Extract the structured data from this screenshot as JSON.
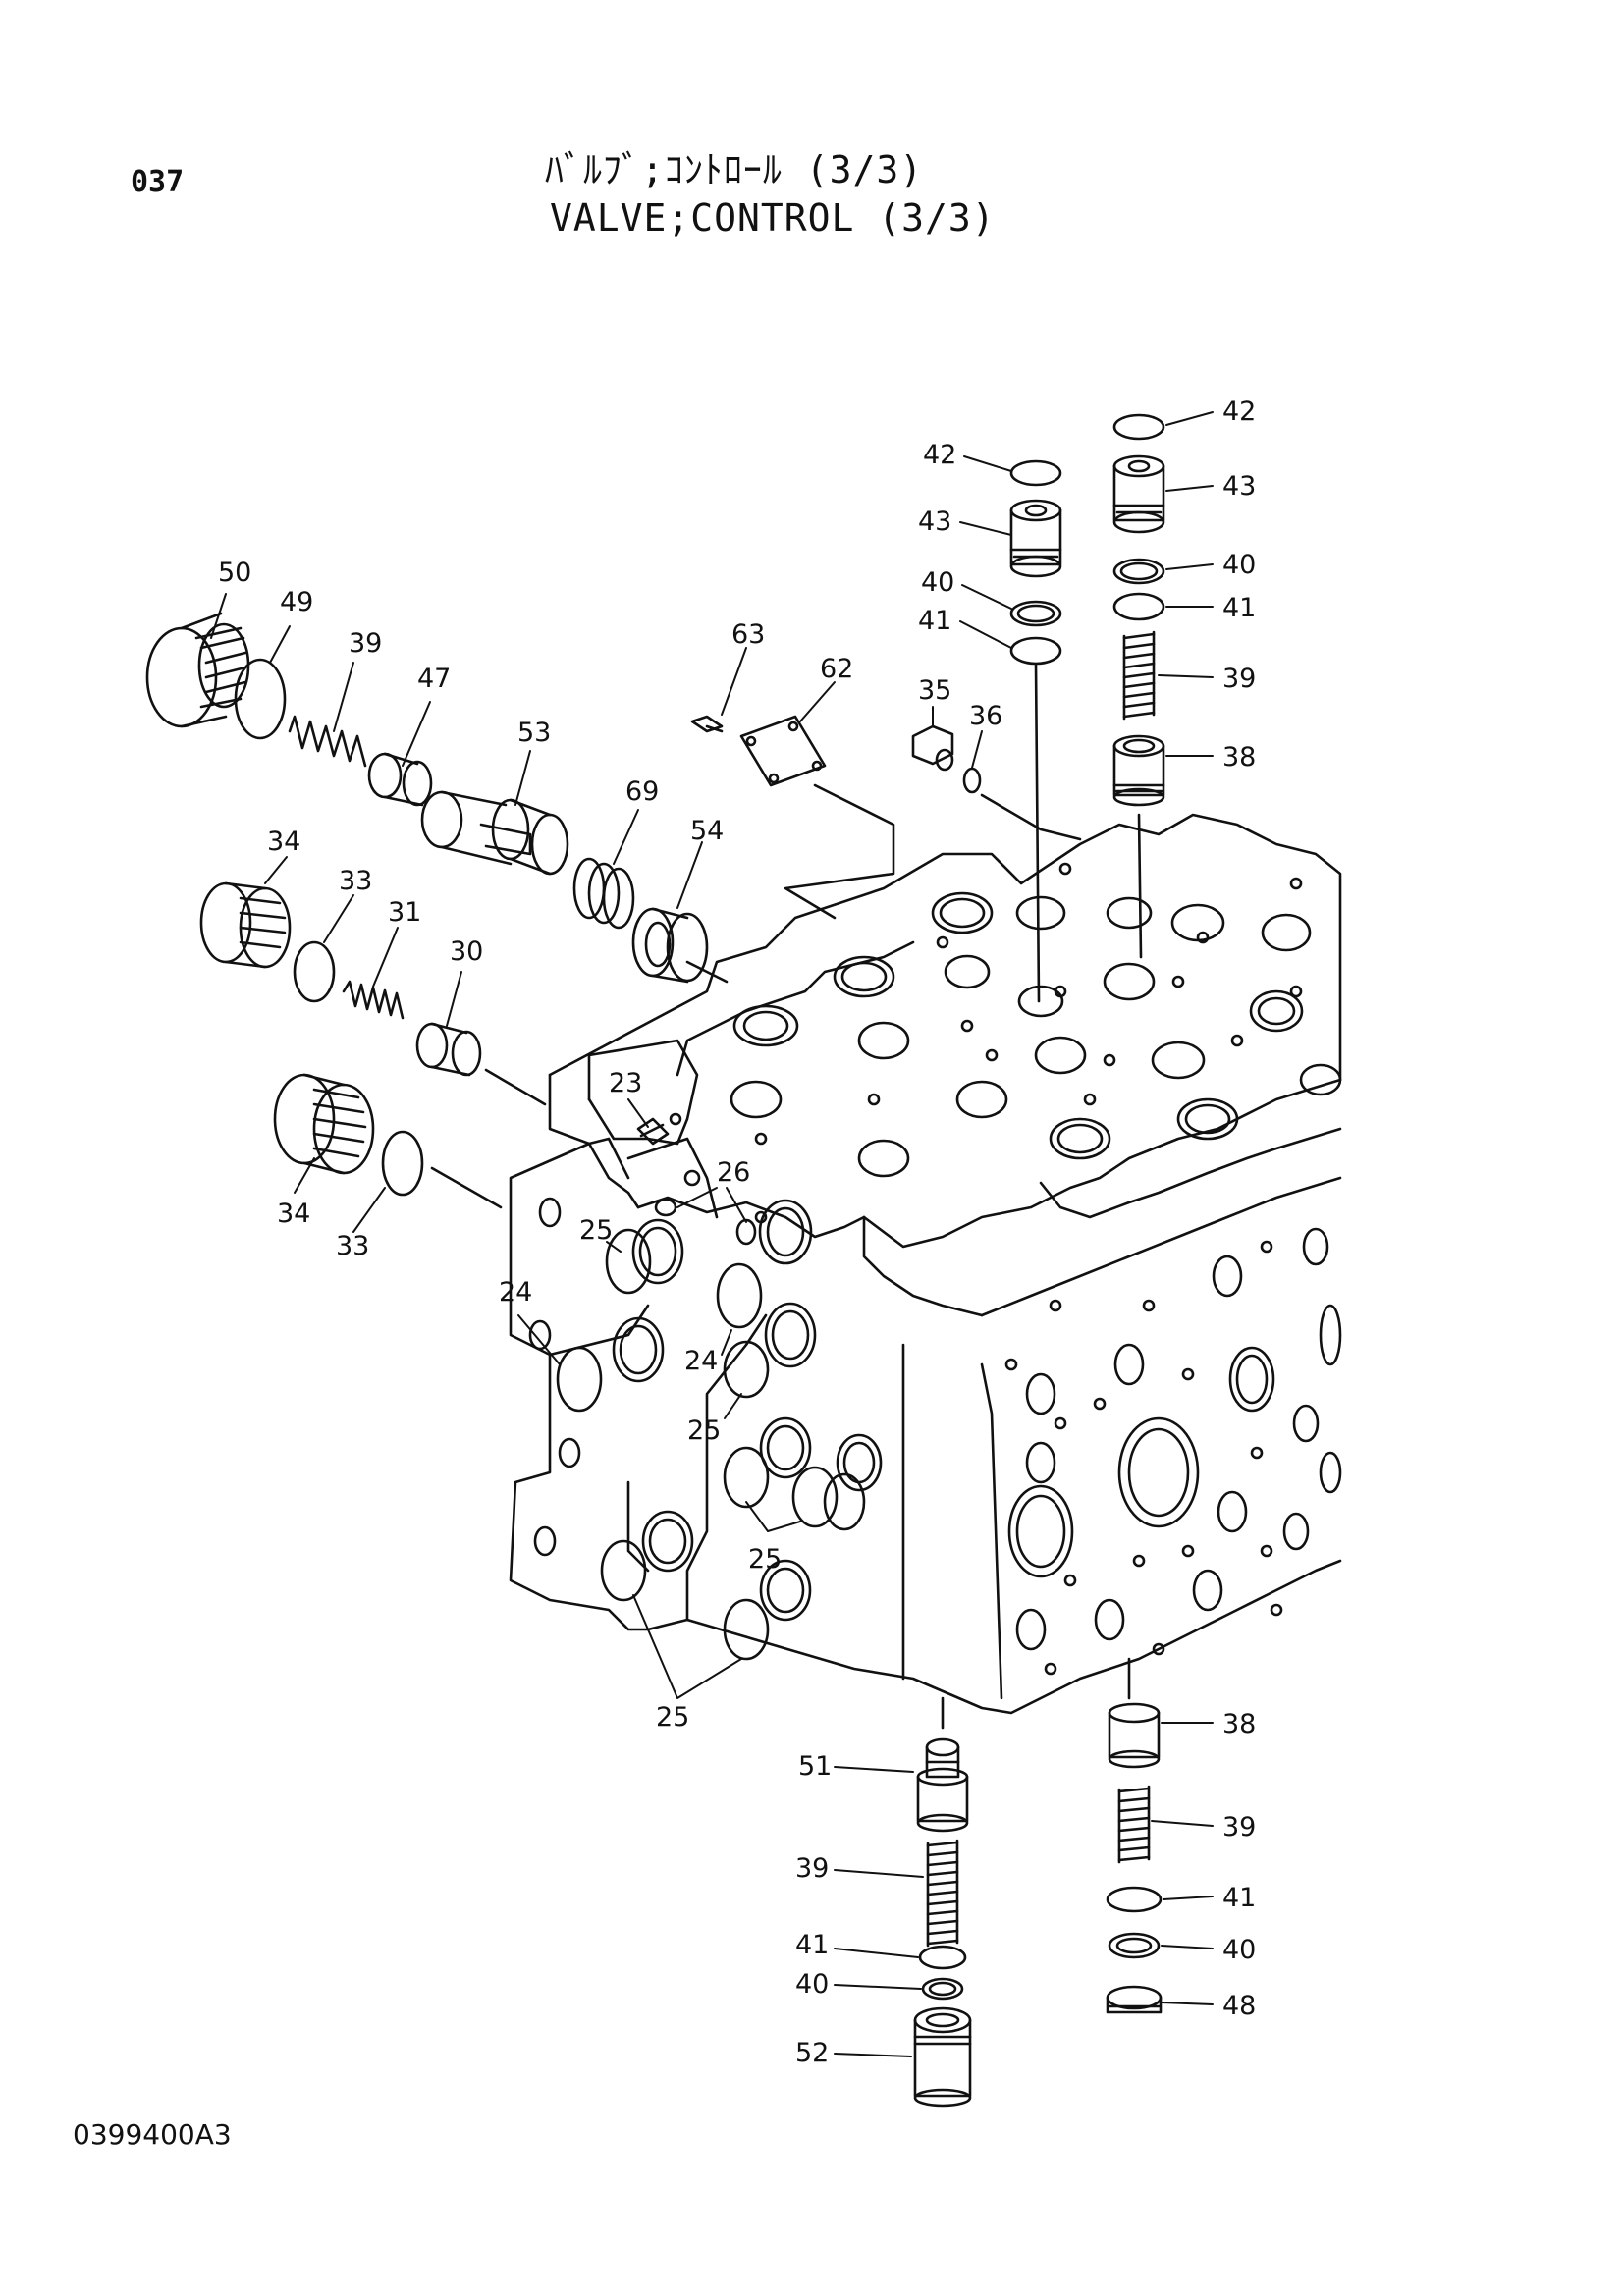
{
  "header": {
    "page_number": "037",
    "title_jp": "ﾊﾞﾙﾌﾞ;ｺﾝﾄﾛｰﾙ (3/3)",
    "title_en": "VALVE;CONTROL (3/3)"
  },
  "footer": {
    "drawing_number": "0399400A3"
  },
  "callouts": [
    "50",
    "49",
    "39",
    "47",
    "53",
    "69",
    "54",
    "63",
    "62",
    "35",
    "36",
    "42",
    "43",
    "40",
    "41",
    "42",
    "43",
    "40",
    "41",
    "39",
    "38",
    "34",
    "33",
    "31",
    "30",
    "23",
    "26",
    "34",
    "33",
    "25",
    "24",
    "24",
    "25",
    "25",
    "25",
    "38",
    "39",
    "41",
    "40",
    "48",
    "51",
    "39",
    "41",
    "40",
    "52"
  ]
}
